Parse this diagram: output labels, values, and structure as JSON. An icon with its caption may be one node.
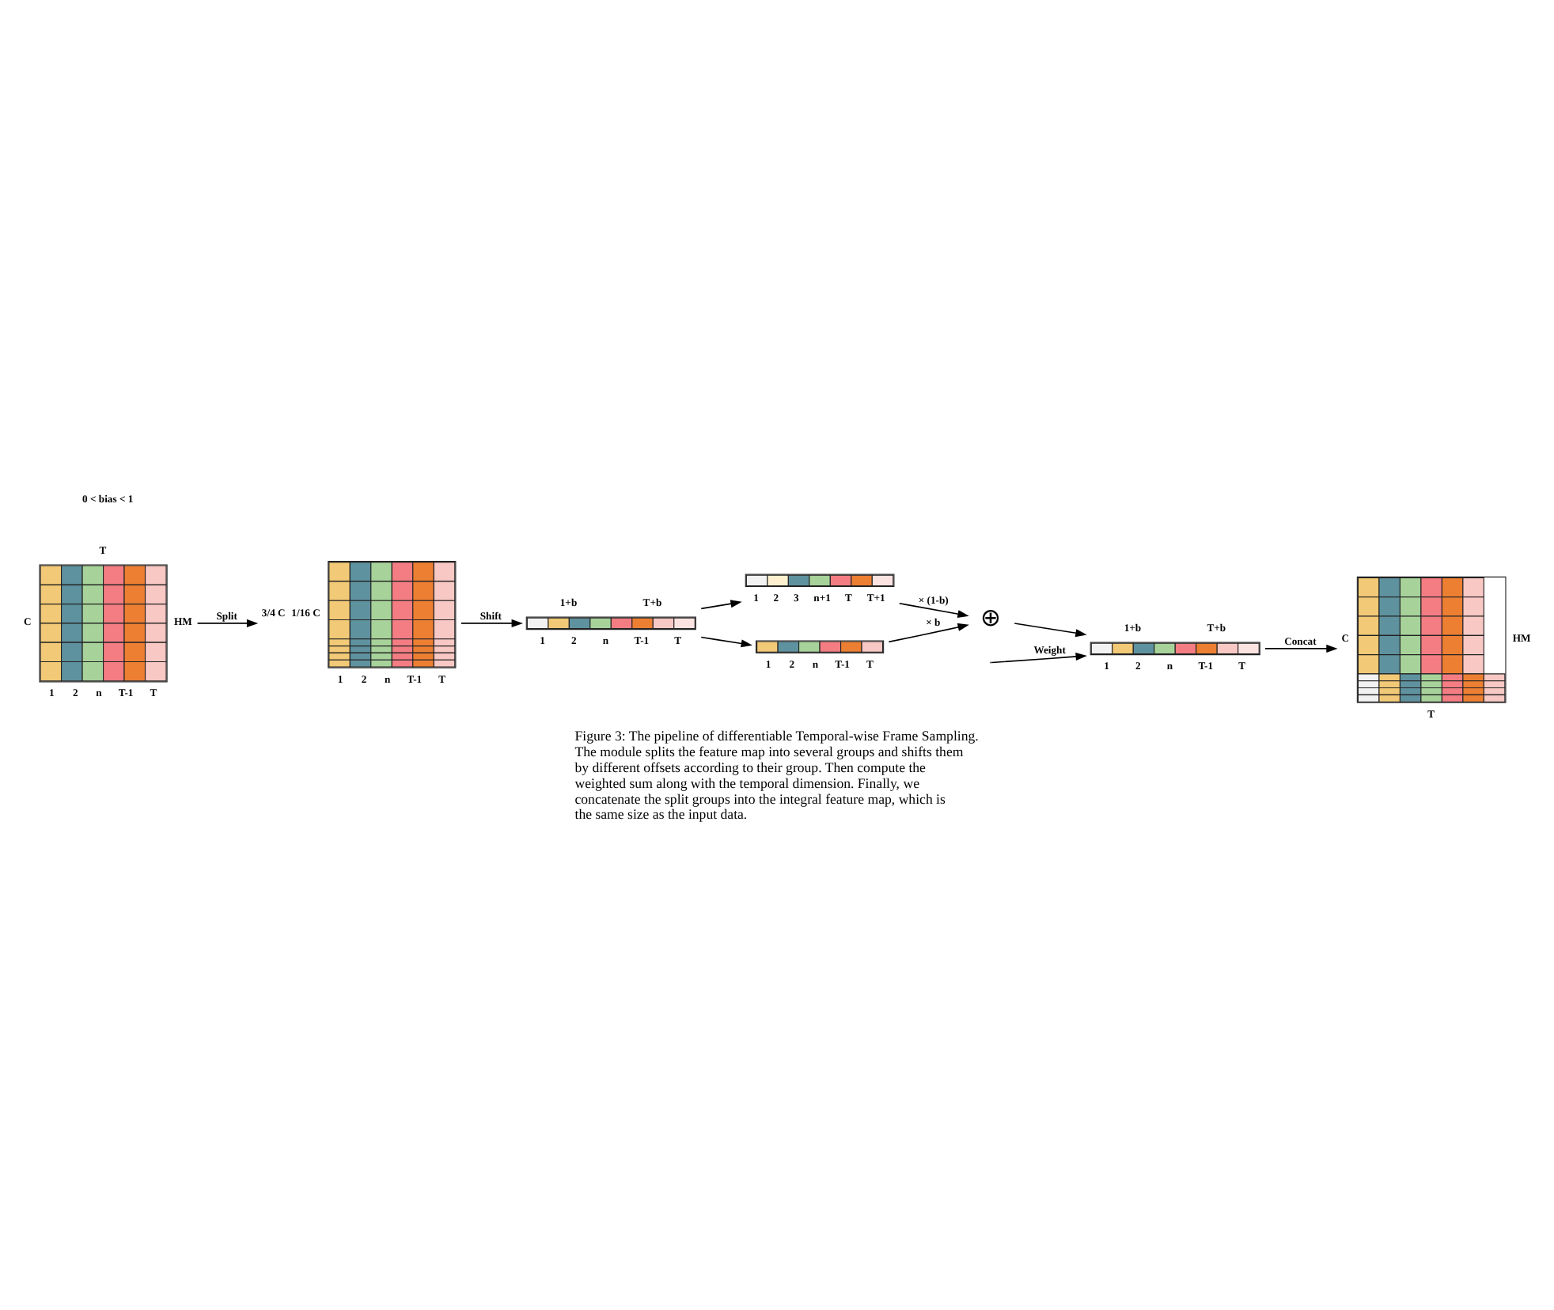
{
  "diagram": {
    "caption": "Figure 3: The pipeline of differentiable Temporal-wise Frame Sampling. The module splits the feature map into several groups and shifts them by different offsets according to their group. Then compute the weighted sum along with the temporal dimension. Finally, we concatenate the split groups into the integral feature map, which is the same size as the input data.",
    "nodes": [
      {
        "text": [],
        "shape": "picture",
        "beside": [
          "T",
          "C",
          "HM",
          "1",
          "2",
          "n",
          "T-1",
          "T"
        ]
      },
      {
        "text": [],
        "shape": "picture",
        "beside": [
          "3/4 C",
          "1/16 C",
          "1",
          "2",
          "n",
          "T-1",
          "T"
        ]
      },
      {
        "text": [],
        "shape": "picture",
        "beside": [
          "1+b",
          "T+b",
          "1",
          "2",
          "n",
          "T-1",
          "T"
        ]
      },
      {
        "text": [],
        "shape": "picture",
        "beside": [
          "1",
          "2",
          "3",
          "n+1",
          "T",
          "T+1"
        ]
      },
      {
        "text": [],
        "shape": "picture",
        "beside": [
          "1",
          "2",
          "n",
          "T-1",
          "T"
        ]
      },
      {
        "text": [
          "⊕"
        ]
      },
      {
        "text": [],
        "shape": "picture",
        "beside": [
          "1+b",
          "T+b",
          "1",
          "2",
          "n",
          "T-1",
          "T"
        ]
      },
      {
        "text": [],
        "shape": "picture",
        "beside": [
          "C",
          "HM",
          "T"
        ]
      }
    ],
    "edges": [
      {
        "from": 0,
        "to": 1,
        "arrow": "to",
        "label": "Split"
      },
      {
        "from": 1,
        "to": 2,
        "arrow": "to",
        "label": "Shift"
      },
      {
        "from": 2,
        "to": 3,
        "arrow": "to"
      },
      {
        "from": 2,
        "to": 4,
        "arrow": "to"
      },
      {
        "from": 3,
        "to": 5,
        "arrow": "to",
        "label": "× (1-b)"
      },
      {
        "from": 4,
        "to": 5,
        "arrow": "to",
        "label": "× b"
      },
      {
        "from": 5,
        "to": 6,
        "arrow": "to"
      },
      {
        "from": 6,
        "to": 7,
        "arrow": "to",
        "label": "Concat"
      },
      {
        "from": null,
        "to": 6,
        "arrow": "to",
        "label": "Weight"
      }
    ],
    "labels": [
      "0 < bias < 1"
    ]
  }
}
